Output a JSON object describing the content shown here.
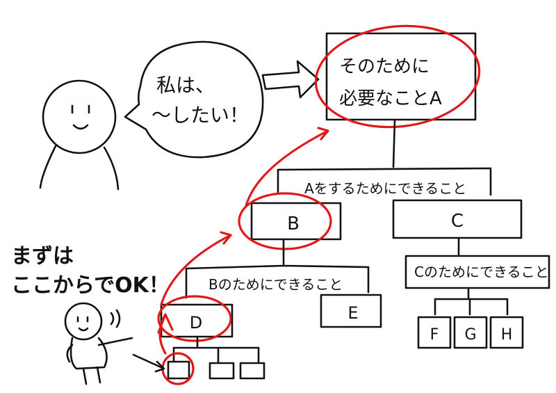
{
  "speech": {
    "line1": "私は、",
    "line2": "〜したい！"
  },
  "goal": {
    "line1": "そのために",
    "line2": "必要なことA"
  },
  "branches": {
    "a_caption": "Aをするためにできること",
    "b_caption": "Bのためにできること",
    "c_caption": "Cのためにできること"
  },
  "nodes": {
    "b": "B",
    "c": "C",
    "d": "D",
    "e": "E",
    "f": "F",
    "g": "G",
    "h": "H"
  },
  "note": {
    "line1": "まずは",
    "line2": "ここからでOK！"
  },
  "colors": {
    "ink": "#111111",
    "highlight": "#e01818"
  }
}
